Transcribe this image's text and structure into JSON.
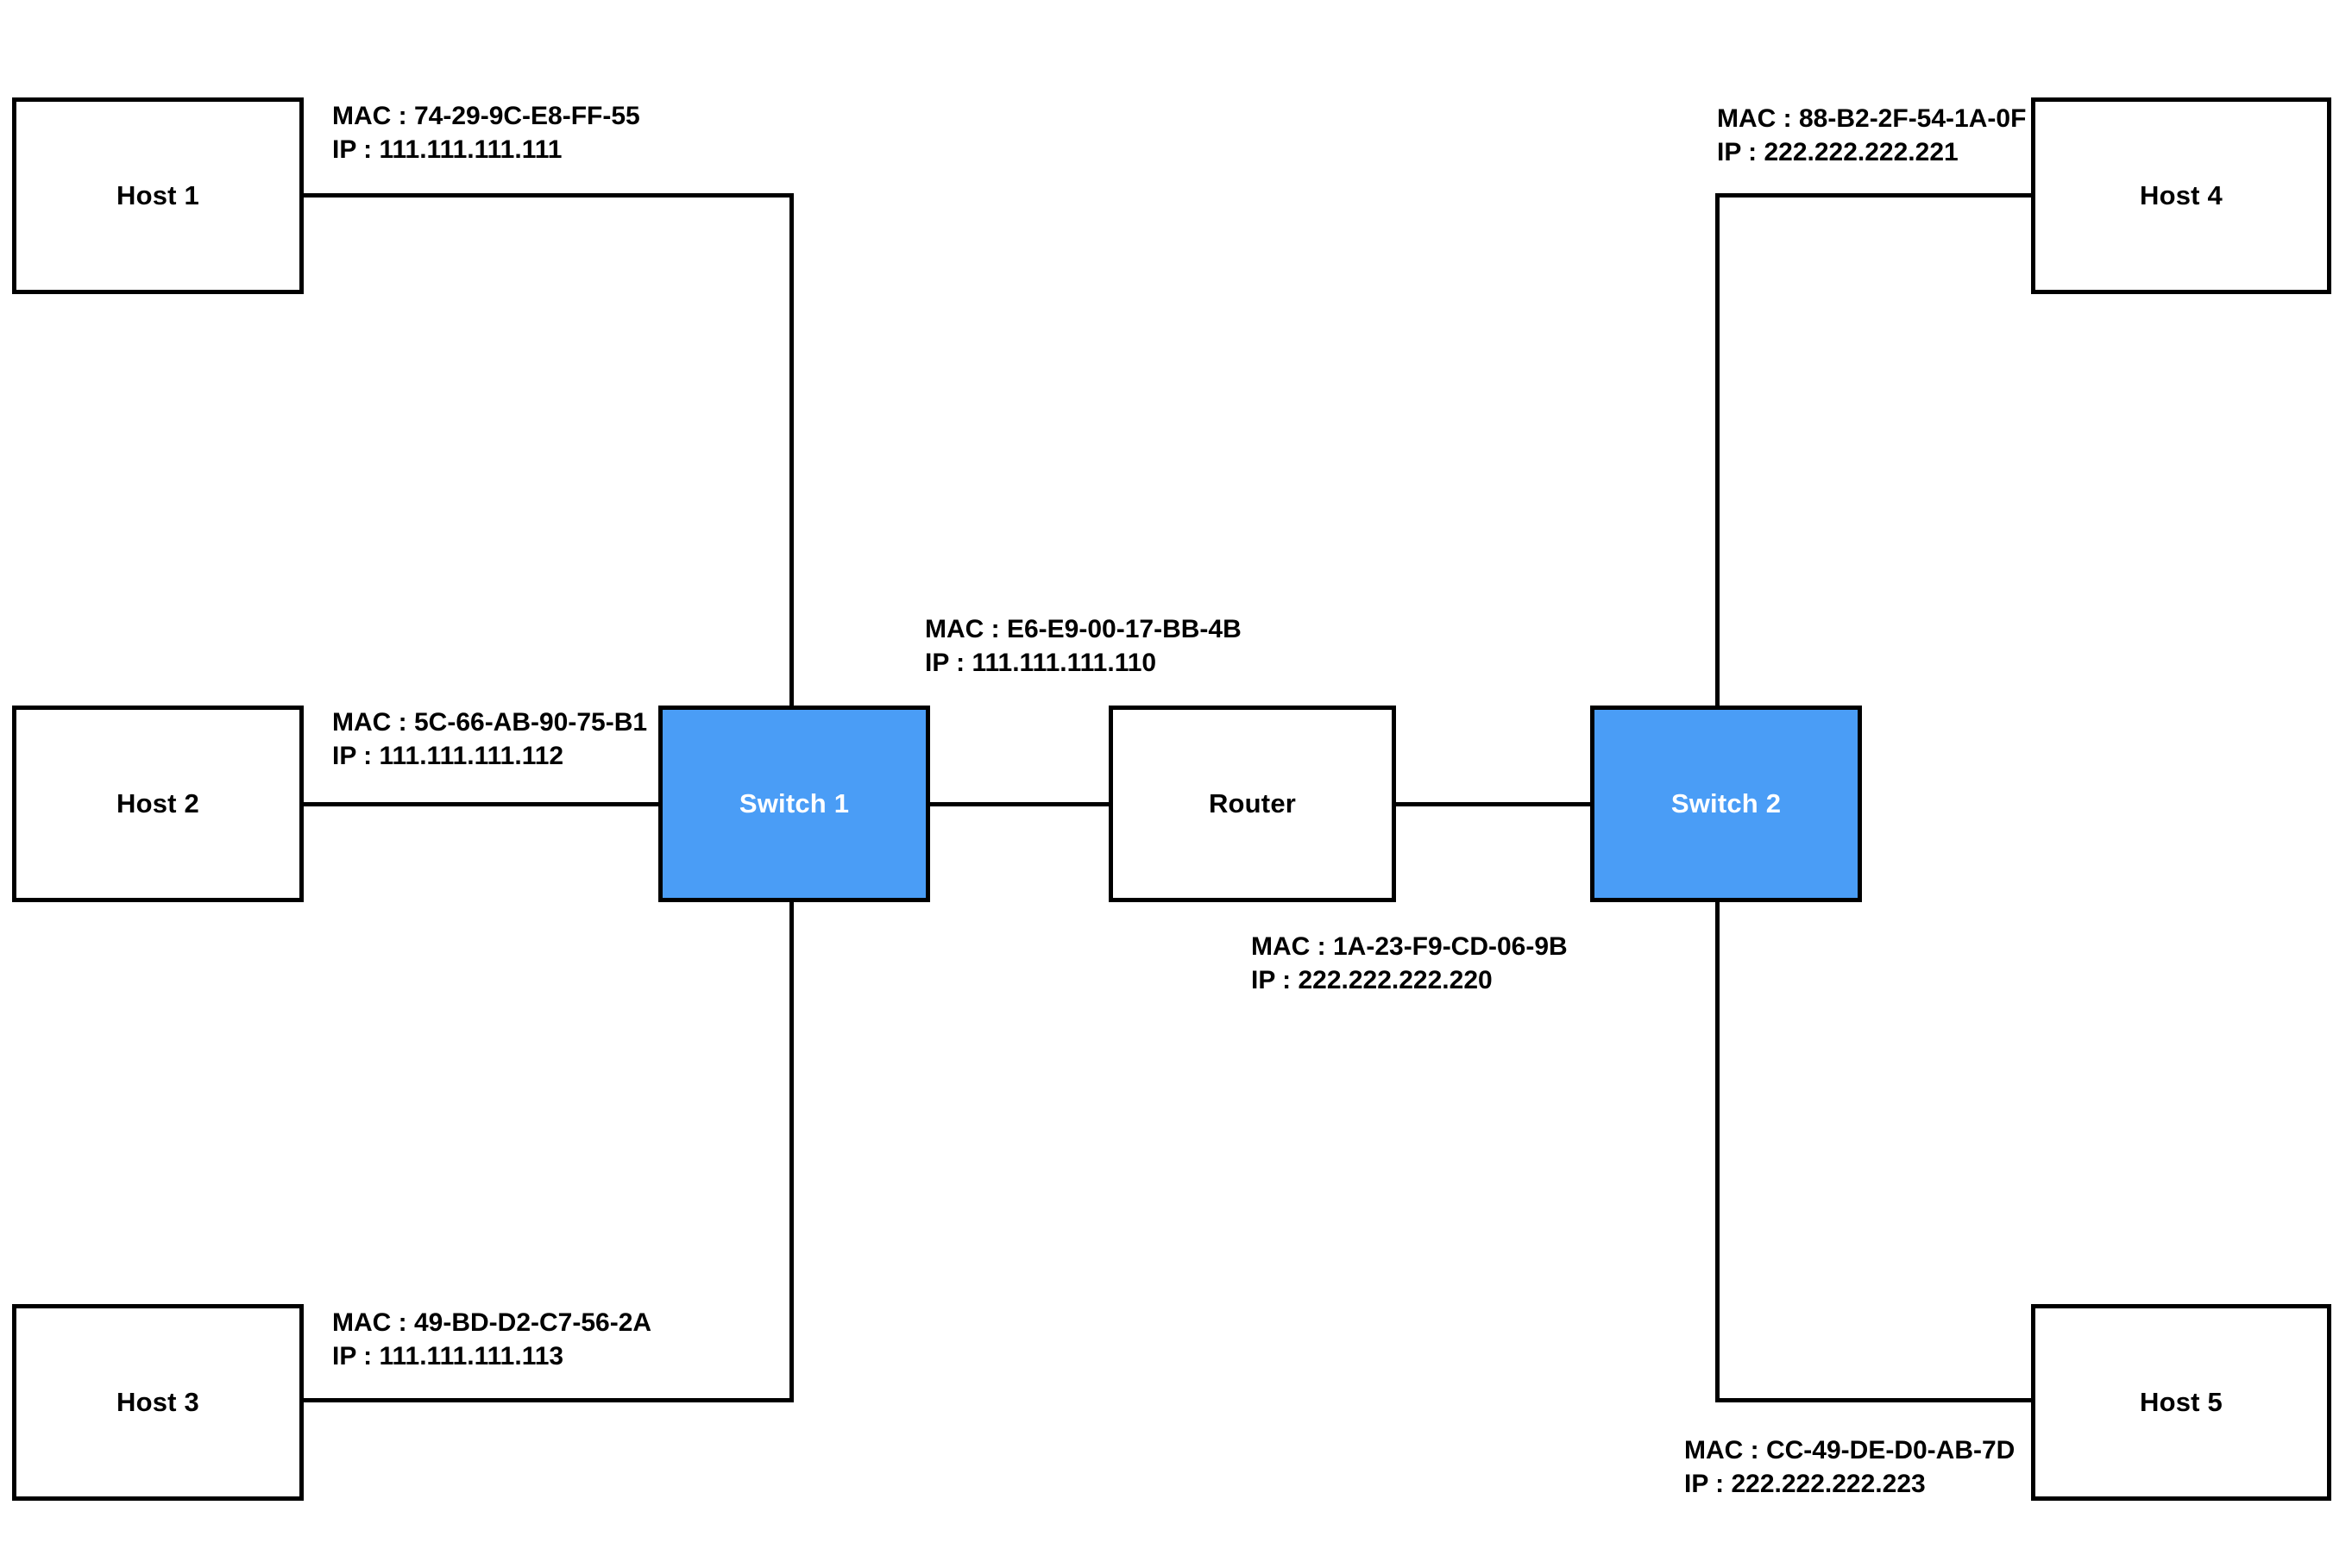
{
  "diagram_type": "network-topology",
  "colors": {
    "switch_fill": "#4A9DF6",
    "host_fill": "#FFFFFF",
    "line": "#000000",
    "switch_text": "#FFFFFF",
    "text": "#000000"
  },
  "nodes": {
    "host1": {
      "label": "Host 1",
      "type": "host"
    },
    "host2": {
      "label": "Host 2",
      "type": "host"
    },
    "host3": {
      "label": "Host 3",
      "type": "host"
    },
    "switch1": {
      "label": "Switch 1",
      "type": "switch"
    },
    "router": {
      "label": "Router",
      "type": "router"
    },
    "switch2": {
      "label": "Switch 2",
      "type": "switch"
    },
    "host4": {
      "label": "Host 4",
      "type": "host"
    },
    "host5": {
      "label": "Host 5",
      "type": "host"
    }
  },
  "annotations": {
    "host1": {
      "mac": "MAC : 74-29-9C-E8-FF-55",
      "ip": "IP : 111.111.111.111"
    },
    "host2": {
      "mac": "MAC : 5C-66-AB-90-75-B1",
      "ip": "IP : 111.111.111.112"
    },
    "host3": {
      "mac": "MAC : 49-BD-D2-C7-56-2A",
      "ip": "IP : 111.111.111.113"
    },
    "router_switch1_side": {
      "mac": "MAC : E6-E9-00-17-BB-4B",
      "ip": "IP : 111.111.111.110"
    },
    "router_switch2_side": {
      "mac": "MAC : 1A-23-F9-CD-06-9B",
      "ip": "IP : 222.222.222.220"
    },
    "host4": {
      "mac": "MAC : 88-B2-2F-54-1A-0F",
      "ip": "IP : 222.222.222.221"
    },
    "host5": {
      "mac": "MAC : CC-49-DE-D0-AB-7D",
      "ip": "IP : 222.222.222.223"
    }
  },
  "connections": [
    {
      "from": "host1",
      "to": "switch1"
    },
    {
      "from": "host2",
      "to": "switch1"
    },
    {
      "from": "host3",
      "to": "switch1"
    },
    {
      "from": "switch1",
      "to": "router"
    },
    {
      "from": "router",
      "to": "switch2"
    },
    {
      "from": "switch2",
      "to": "host4"
    },
    {
      "from": "switch2",
      "to": "host5"
    }
  ]
}
